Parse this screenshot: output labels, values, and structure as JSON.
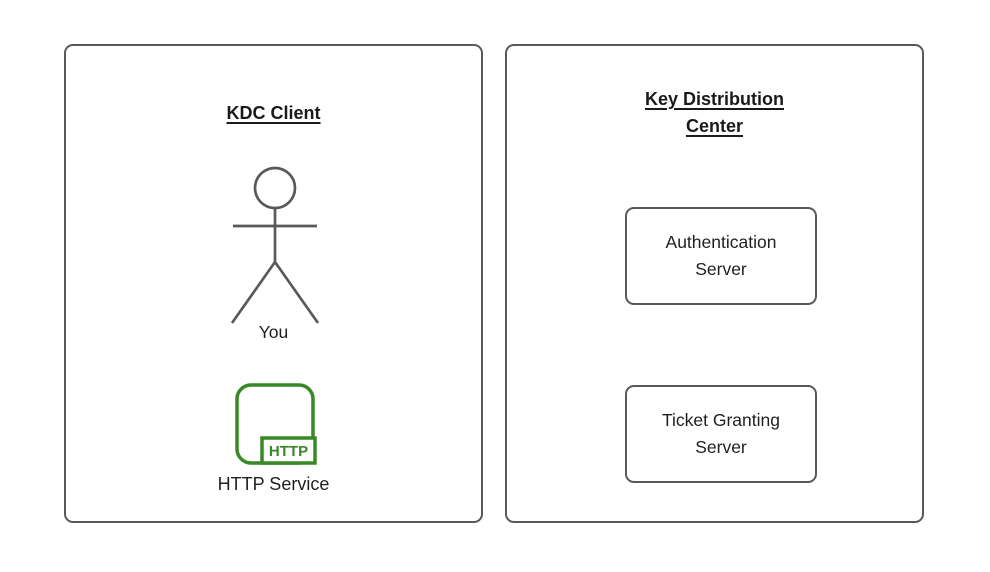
{
  "colors": {
    "box_border": "#595959",
    "title_text": "#1a1a1a",
    "label_text": "#1f1f1f",
    "icon_green": "#378926",
    "background": "#ffffff"
  },
  "client_panel": {
    "title": "KDC Client",
    "actor_label": "You",
    "service_label": "HTTP Service",
    "service_badge_text": "HTTP"
  },
  "kdc_panel": {
    "title": "Key Distribution Center",
    "servers": [
      {
        "label": "Authentication Server"
      },
      {
        "label": "Ticket Granting Server"
      }
    ]
  }
}
